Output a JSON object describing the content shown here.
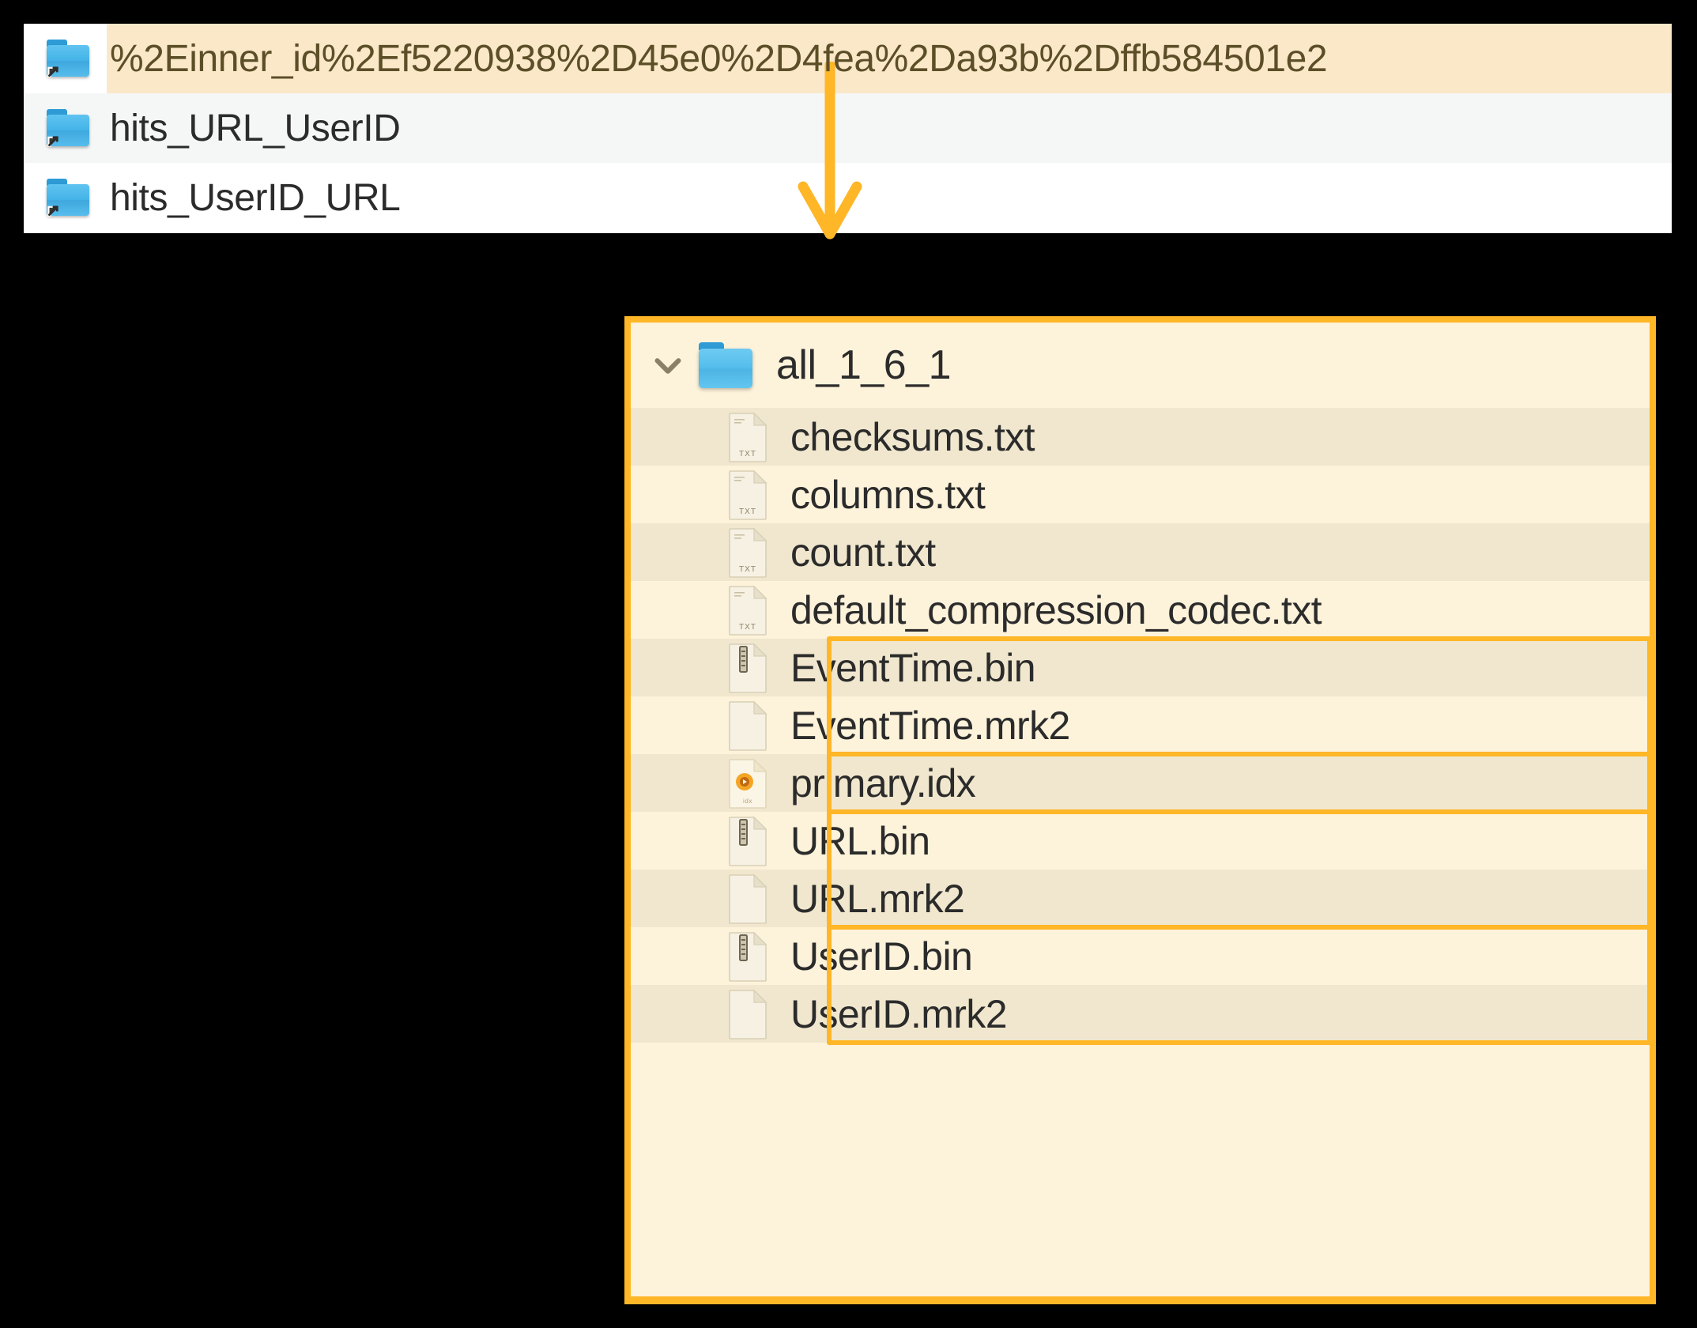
{
  "top_list": {
    "rows": [
      {
        "label": "%2Einner_id%2Ef5220938%2D45e0%2D4fea%2Da93b%2Dffb584501e2",
        "icon": "folder-symlink-icon",
        "state": "highlighted"
      },
      {
        "label": "hits_URL_UserID",
        "icon": "folder-symlink-icon",
        "state": "alt"
      },
      {
        "label": "hits_UserID_URL",
        "icon": "folder-symlink-icon",
        "state": "plain"
      }
    ]
  },
  "part_panel": {
    "directory": {
      "name": "all_1_6_1",
      "icon": "folder-icon",
      "expanded": true,
      "chevron": "chevron-down-icon"
    },
    "files": [
      {
        "name": "checksums.txt",
        "icon": "txt-file-icon",
        "stripe": true,
        "highlighted": false
      },
      {
        "name": "columns.txt",
        "icon": "txt-file-icon",
        "stripe": false,
        "highlighted": false
      },
      {
        "name": "count.txt",
        "icon": "txt-file-icon",
        "stripe": true,
        "highlighted": false
      },
      {
        "name": "default_compression_codec.txt",
        "icon": "txt-file-icon",
        "stripe": false,
        "highlighted": false
      },
      {
        "name": "EventTime.bin",
        "icon": "bin-file-icon",
        "stripe": true,
        "highlighted": true
      },
      {
        "name": "EventTime.mrk2",
        "icon": "blank-file-icon",
        "stripe": false,
        "highlighted": true
      },
      {
        "name": "primary.idx",
        "icon": "idx-file-icon",
        "stripe": true,
        "highlighted": true
      },
      {
        "name": "URL.bin",
        "icon": "bin-file-icon",
        "stripe": false,
        "highlighted": true
      },
      {
        "name": "URL.mrk2",
        "icon": "blank-file-icon",
        "stripe": true,
        "highlighted": true
      },
      {
        "name": "UserID.bin",
        "icon": "bin-file-icon",
        "stripe": false,
        "highlighted": true
      },
      {
        "name": "UserID.mrk2",
        "icon": "blank-file-icon",
        "stripe": true,
        "highlighted": true
      }
    ],
    "highlight_groups": [
      {
        "label": "EventTime-group",
        "from": 4,
        "to": 5
      },
      {
        "label": "primary-idx-group",
        "from": 6,
        "to": 6
      },
      {
        "label": "URL-group",
        "from": 7,
        "to": 8
      },
      {
        "label": "UserID-group",
        "from": 9,
        "to": 10
      }
    ]
  },
  "annotation": {
    "arrow": "down-arrow-annotation"
  },
  "colors": {
    "accent_orange": "#FFB627",
    "panel_bg": "#FDF2DA",
    "stripe": "#F0E7CE",
    "highlight_band": "#FAE8C8",
    "folder_blue": "#4CB4E4",
    "text": "#2B2B2B",
    "highlight_text": "#5C4F28",
    "canvas": "#000000"
  }
}
